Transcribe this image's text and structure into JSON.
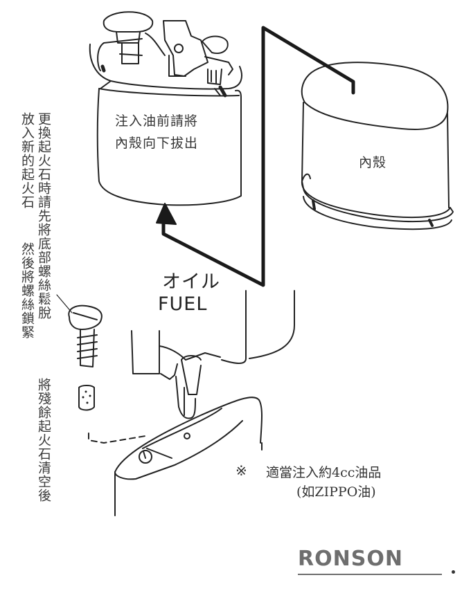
{
  "labels": {
    "body_instruction_line1": "注入油前請將",
    "body_instruction_line2": "內殼向下拔出",
    "inner_shell": "內殼",
    "fuel_jp": "オイル",
    "fuel_en": "FUEL",
    "flint_col1": "更換起火石時請先將底部螺絲鬆脫",
    "flint_col1b": "將殘餘起火石清空後",
    "flint_col2": "放入新的起火石",
    "flint_col2b": "然後將螺絲鎖緊",
    "note_mark": "※",
    "note_line1": "適當注入約4cc油品",
    "note_line2": "(如ZIPPO油)",
    "brand": "RONSON"
  },
  "colors": {
    "stroke": "#222222",
    "brand": "#6e6e6e",
    "arrow": "#1a1a1a"
  }
}
